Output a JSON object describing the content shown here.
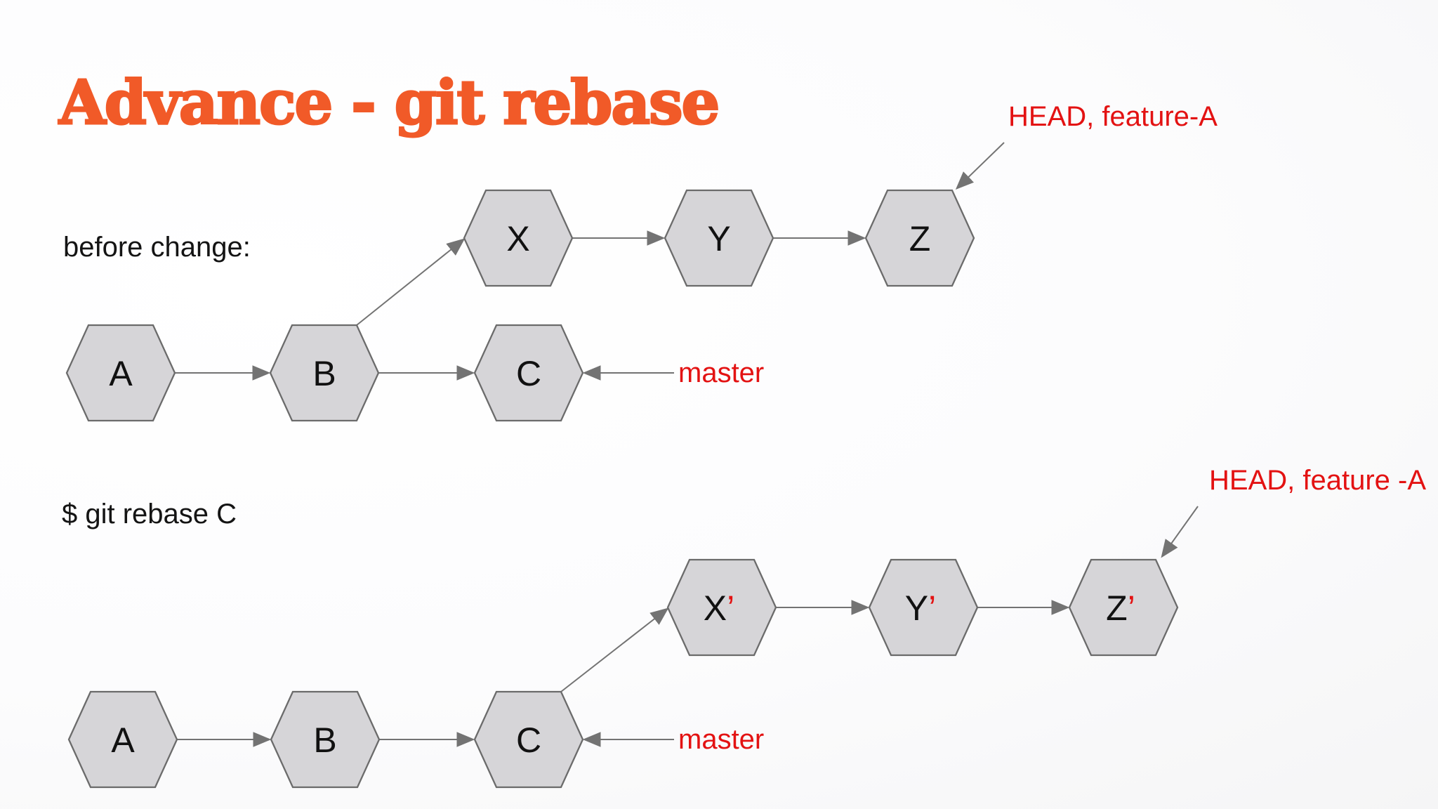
{
  "slide": {
    "title": "Advance - git rebase"
  },
  "colors": {
    "title_orange": "#f15a28",
    "ref_label_red": "#e31212",
    "hexagon_fill": "#d6d5d8",
    "hexagon_stroke": "#6b6b6b",
    "arrow_gray": "#737373",
    "background": "#fcfcfd"
  },
  "before": {
    "caption": "before change:",
    "main_commits": [
      "A",
      "B",
      "C"
    ],
    "branch_commits": [
      "X",
      "Y",
      "Z"
    ],
    "master_label": "master",
    "head_label": "HEAD, feature-A"
  },
  "after": {
    "caption": "$ git rebase C",
    "main_commits": [
      "A",
      "B",
      "C"
    ],
    "branch_commits": [
      {
        "label": "X",
        "prime": "’"
      },
      {
        "label": "Y",
        "prime": "’"
      },
      {
        "label": "Z",
        "prime": "’"
      }
    ],
    "master_label": "master",
    "head_label": "HEAD, feature -A"
  }
}
